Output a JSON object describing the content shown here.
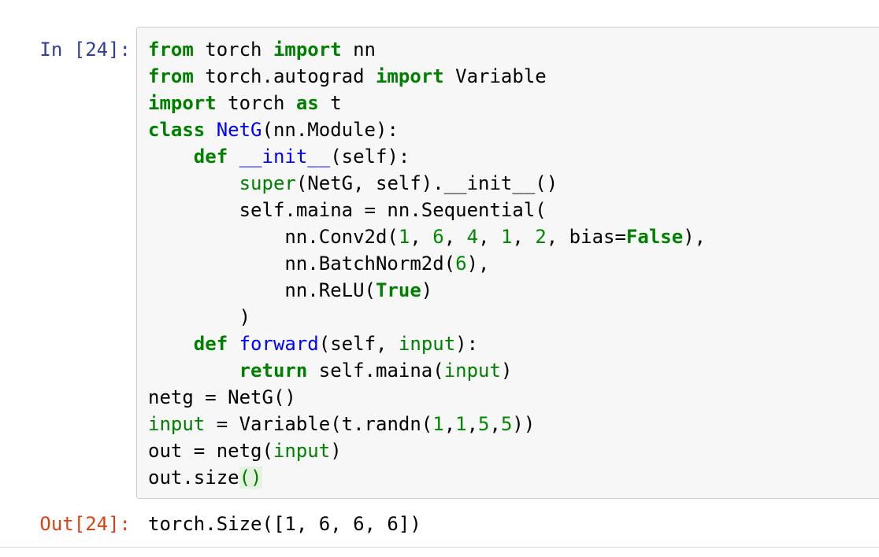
{
  "cell": {
    "in_prompt": "In [24]:",
    "out_prompt": "Out[24]:",
    "output_text": "torch.Size([1, 6, 6, 6])"
  },
  "code": {
    "lines": [
      "from torch import nn",
      "from torch.autograd import Variable",
      "import torch as t",
      "class NetG(nn.Module):",
      "    def __init__(self):",
      "        super(NetG, self).__init__()",
      "        self.maina = nn.Sequential(",
      "            nn.Conv2d(1, 6, 4, 1, 2, bias=False),",
      "            nn.BatchNorm2d(6),",
      "            nn.ReLU(True)",
      "        )",
      "    def forward(self, input):",
      "        return self.maina(input)",
      "netg = NetG()",
      "input = Variable(t.randn(1,1,5,5))",
      "out = netg(input)",
      "out.size()"
    ]
  },
  "colors": {
    "keyword": "#008000",
    "name": "#0000ff",
    "builtin": "#008000",
    "in_prompt": "#303f9f",
    "out_prompt": "#d84315",
    "cell_background": "#f7f7f7",
    "cell_border": "#cfcfcf"
  }
}
